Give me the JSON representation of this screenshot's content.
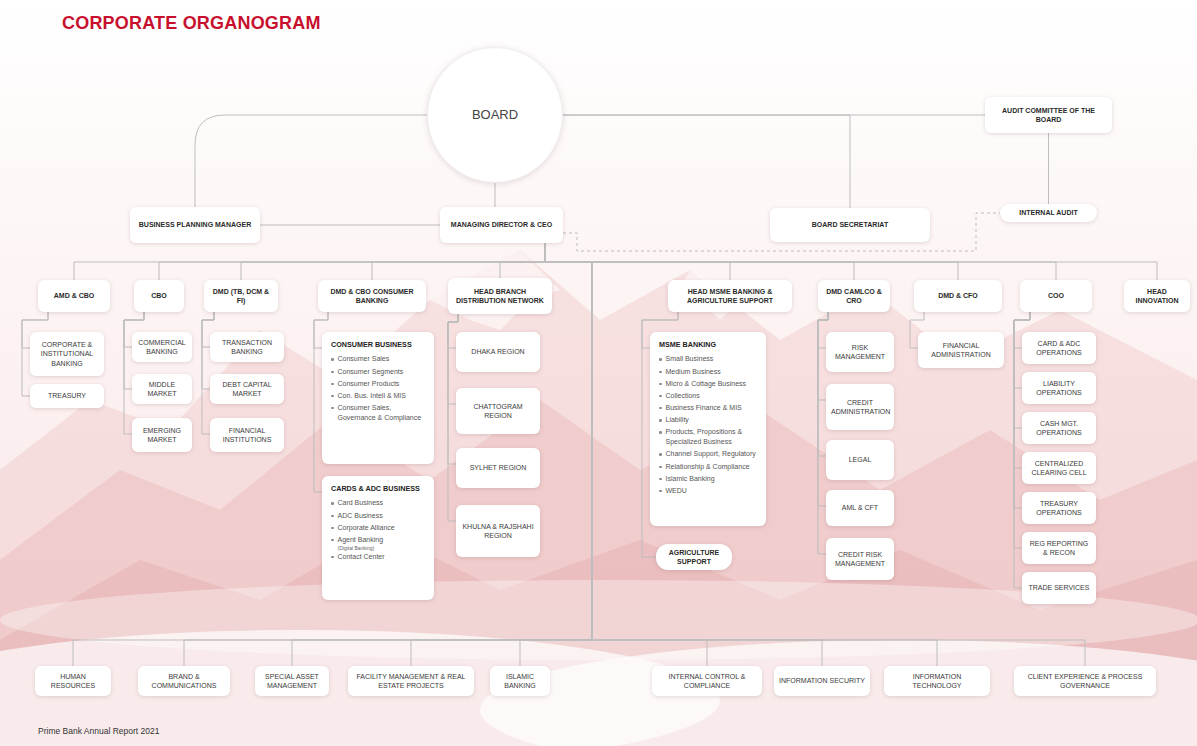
{
  "diagram": {
    "title": "CORPORATE ORGANOGRAM",
    "caption": "Prime Bank Annual Report 2021",
    "nodes": [
      {
        "text": [
          "BOARD"
        ]
      },
      {
        "text": [
          "AUDIT COMMITTEE OF THE BOARD"
        ]
      },
      {
        "text": [
          "BUSINESS PLANNING MANAGER"
        ]
      },
      {
        "text": [
          "MANAGING DIRECTOR & CEO"
        ]
      },
      {
        "text": [
          "BOARD SECRETARIAT"
        ]
      },
      {
        "text": [
          "INTERNAL AUDIT"
        ]
      },
      {
        "text": [
          "AMD & CBO"
        ]
      },
      {
        "text": [
          "CBO"
        ]
      },
      {
        "text": [
          "DMD (TB, DCM & FI)"
        ]
      },
      {
        "text": [
          "DMD & CBO CONSUMER BANKING"
        ]
      },
      {
        "text": [
          "HEAD BRANCH DISTRIBUTION NETWORK"
        ]
      },
      {
        "text": [
          "HEAD MSME BANKING & AGRICULTURE SUPPORT"
        ]
      },
      {
        "text": [
          "DMD CAMLCO & CRO"
        ]
      },
      {
        "text": [
          "DMD & CFO"
        ]
      },
      {
        "text": [
          "COO"
        ]
      },
      {
        "text": [
          "HEAD INNOVATION"
        ]
      },
      {
        "text": [
          "CORPORATE & INSTITUTIONAL BANKING"
        ]
      },
      {
        "text": [
          "TREASURY"
        ]
      },
      {
        "text": [
          "COMMERCIAL BANKING"
        ]
      },
      {
        "text": [
          "MIDDLE MARKET"
        ]
      },
      {
        "text": [
          "EMERGING MARKET"
        ]
      },
      {
        "text": [
          "TRANSACTION BANKING"
        ]
      },
      {
        "text": [
          "DEBT CAPITAL MARKET"
        ]
      },
      {
        "text": [
          "FINANCIAL INSTITUTIONS"
        ]
      },
      {
        "text": [
          "CONSUMER BUSINESS",
          "Consumer Sales",
          "Consumer Segments",
          "Consumer Products",
          "Con. Bus. Intell & MIS",
          "Consumer Sales, Governance & Compliance"
        ]
      },
      {
        "text": [
          "CARDS & ADC BUSINESS",
          "Card Business",
          "ADC Business",
          "Corporate Alliance",
          "Agent Banking",
          "(Digital Banking)",
          "Contact Center"
        ]
      },
      {
        "text": [
          "DHAKA REGION"
        ]
      },
      {
        "text": [
          "CHATTOGRAM REGION"
        ]
      },
      {
        "text": [
          "SYLHET REGION"
        ]
      },
      {
        "text": [
          "KHULNA & RAJSHAHI REGION"
        ]
      },
      {
        "text": [
          "MSME BANKING",
          "Small Business",
          "Medium Business",
          "Micro & Cottage Business",
          "Collections",
          "Business Finance & MIS",
          "Liability",
          "Products, Propositions & Specialized Business",
          "Channel Support, Regulatory",
          "Relationship & Compliance",
          "Islamic Banking",
          "WEDU"
        ]
      },
      {
        "text": [
          "AGRICULTURE SUPPORT"
        ]
      },
      {
        "text": [
          "RISK MANAGEMENT"
        ]
      },
      {
        "text": [
          "CREDIT ADMINISTRATION"
        ]
      },
      {
        "text": [
          "LEGAL"
        ]
      },
      {
        "text": [
          "AML & CFT"
        ]
      },
      {
        "text": [
          "CREDIT RISK MANAGEMENT"
        ]
      },
      {
        "text": [
          "FINANCIAL ADMINISTRATION"
        ]
      },
      {
        "text": [
          "CARD & ADC OPERATIONS"
        ]
      },
      {
        "text": [
          "LIABILITY OPERATIONS"
        ]
      },
      {
        "text": [
          "CASH MGT. OPERATIONS"
        ]
      },
      {
        "text": [
          "CENTRALIZED CLEARING CELL"
        ]
      },
      {
        "text": [
          "TREASURY OPERATIONS"
        ]
      },
      {
        "text": [
          "REG REPORTING & RECON"
        ]
      },
      {
        "text": [
          "TRADE SERVICES"
        ]
      },
      {
        "text": [
          "HUMAN RESOURCES"
        ]
      },
      {
        "text": [
          "BRAND & COMMUNICATIONS"
        ]
      },
      {
        "text": [
          "SPECIAL ASSET MANAGEMENT"
        ]
      },
      {
        "text": [
          "FACILITY MANAGEMENT & REAL ESTATE PROJECTS"
        ]
      },
      {
        "text": [
          "ISLAMIC BANKING"
        ]
      },
      {
        "text": [
          "INTERNAL CONTROL & COMPLIANCE"
        ]
      },
      {
        "text": [
          "INFORMATION SECURITY"
        ]
      },
      {
        "text": [
          "INFORMATION TECHNOLOGY"
        ]
      },
      {
        "text": [
          "CLIENT EXPERIENCE & PROCESS GOVERNANCE"
        ]
      }
    ],
    "edges": [
      {
        "from": 0,
        "to": 2,
        "arrow": "none"
      },
      {
        "from": 0,
        "to": 3,
        "arrow": "none"
      },
      {
        "from": 0,
        "to": 4,
        "arrow": "none"
      },
      {
        "from": 0,
        "to": 1,
        "arrow": "none"
      },
      {
        "from": 1,
        "to": 5,
        "arrow": "none"
      },
      {
        "from": 2,
        "to": 3,
        "arrow": "none"
      },
      {
        "from": 3,
        "to": 5,
        "arrow": "none"
      },
      {
        "from": 3,
        "to": 6,
        "arrow": "none"
      },
      {
        "from": 3,
        "to": 7,
        "arrow": "none"
      },
      {
        "from": 3,
        "to": 8,
        "arrow": "none"
      },
      {
        "from": 3,
        "to": 9,
        "arrow": "none"
      },
      {
        "from": 3,
        "to": 10,
        "arrow": "none"
      },
      {
        "from": 3,
        "to": 11,
        "arrow": "none"
      },
      {
        "from": 3,
        "to": 12,
        "arrow": "none"
      },
      {
        "from": 3,
        "to": 13,
        "arrow": "none"
      },
      {
        "from": 3,
        "to": 14,
        "arrow": "none"
      },
      {
        "from": 3,
        "to": 15,
        "arrow": "none"
      },
      {
        "from": 6,
        "to": 16,
        "arrow": "none"
      },
      {
        "from": 6,
        "to": 17,
        "arrow": "none"
      },
      {
        "from": 7,
        "to": 18,
        "arrow": "none"
      },
      {
        "from": 7,
        "to": 19,
        "arrow": "none"
      },
      {
        "from": 7,
        "to": 20,
        "arrow": "none"
      },
      {
        "from": 8,
        "to": 21,
        "arrow": "none"
      },
      {
        "from": 8,
        "to": 22,
        "arrow": "none"
      },
      {
        "from": 8,
        "to": 23,
        "arrow": "none"
      },
      {
        "from": 9,
        "to": 24,
        "arrow": "none"
      },
      {
        "from": 9,
        "to": 25,
        "arrow": "none"
      },
      {
        "from": 10,
        "to": 26,
        "arrow": "none"
      },
      {
        "from": 10,
        "to": 27,
        "arrow": "none"
      },
      {
        "from": 10,
        "to": 28,
        "arrow": "none"
      },
      {
        "from": 10,
        "to": 29,
        "arrow": "none"
      },
      {
        "from": 11,
        "to": 30,
        "arrow": "none"
      },
      {
        "from": 11,
        "to": 31,
        "arrow": "none"
      },
      {
        "from": 12,
        "to": 32,
        "arrow": "none"
      },
      {
        "from": 12,
        "to": 33,
        "arrow": "none"
      },
      {
        "from": 12,
        "to": 34,
        "arrow": "none"
      },
      {
        "from": 12,
        "to": 35,
        "arrow": "none"
      },
      {
        "from": 12,
        "to": 36,
        "arrow": "none"
      },
      {
        "from": 13,
        "to": 37,
        "arrow": "none"
      },
      {
        "from": 14,
        "to": 38,
        "arrow": "none"
      },
      {
        "from": 14,
        "to": 39,
        "arrow": "none"
      },
      {
        "from": 14,
        "to": 40,
        "arrow": "none"
      },
      {
        "from": 14,
        "to": 41,
        "arrow": "none"
      },
      {
        "from": 14,
        "to": 42,
        "arrow": "none"
      },
      {
        "from": 14,
        "to": 43,
        "arrow": "none"
      },
      {
        "from": 14,
        "to": 44,
        "arrow": "none"
      },
      {
        "from": 3,
        "to": 45,
        "arrow": "none"
      },
      {
        "from": 3,
        "to": 46,
        "arrow": "none"
      },
      {
        "from": 3,
        "to": 47,
        "arrow": "none"
      },
      {
        "from": 3,
        "to": 48,
        "arrow": "none"
      },
      {
        "from": 3,
        "to": 49,
        "arrow": "none"
      },
      {
        "from": 3,
        "to": 50,
        "arrow": "none"
      },
      {
        "from": 3,
        "to": 51,
        "arrow": "none"
      },
      {
        "from": 3,
        "to": 52,
        "arrow": "none"
      },
      {
        "from": 3,
        "to": 53,
        "arrow": "none"
      }
    ]
  }
}
